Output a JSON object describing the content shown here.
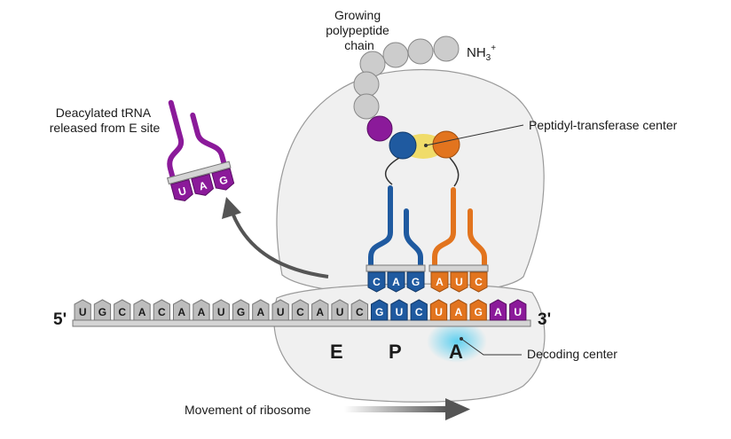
{
  "labels": {
    "growing_chain": [
      "Growing",
      "polypeptide",
      "chain"
    ],
    "nh3": "NH",
    "nh3_sub": "3",
    "nh3_sup": "+",
    "deacylated": [
      "Deacylated tRNA",
      "released from E site"
    ],
    "peptidyl": "Peptidyl-transferase center",
    "decoding": "Decoding center",
    "movement": "Movement of ribosome",
    "five_prime": "5'",
    "three_prime": "3'"
  },
  "sites": [
    "E",
    "P",
    "A"
  ],
  "mrna": [
    "U",
    "G",
    "C",
    "A",
    "C",
    "A",
    "A",
    "U",
    "G",
    "A",
    "U",
    "C",
    "A",
    "U",
    "C",
    "G",
    "U",
    "C",
    "U",
    "A",
    "G",
    "A",
    "U"
  ],
  "anticodons": {
    "released": [
      "U",
      "A",
      "G"
    ],
    "p_site": [
      "C",
      "A",
      "G"
    ],
    "a_site": [
      "A",
      "U",
      "C"
    ]
  },
  "colors": {
    "p_trna": "#1f5aa0",
    "a_trna": "#e2741e",
    "released_trna": "#8b1a9a",
    "mrna_gray": "#bdbdbd",
    "ribosome_fill": "#f0f0f0",
    "ptc_highlight": "#f0dc6a",
    "decoding_glow": "#5fd0f0"
  }
}
